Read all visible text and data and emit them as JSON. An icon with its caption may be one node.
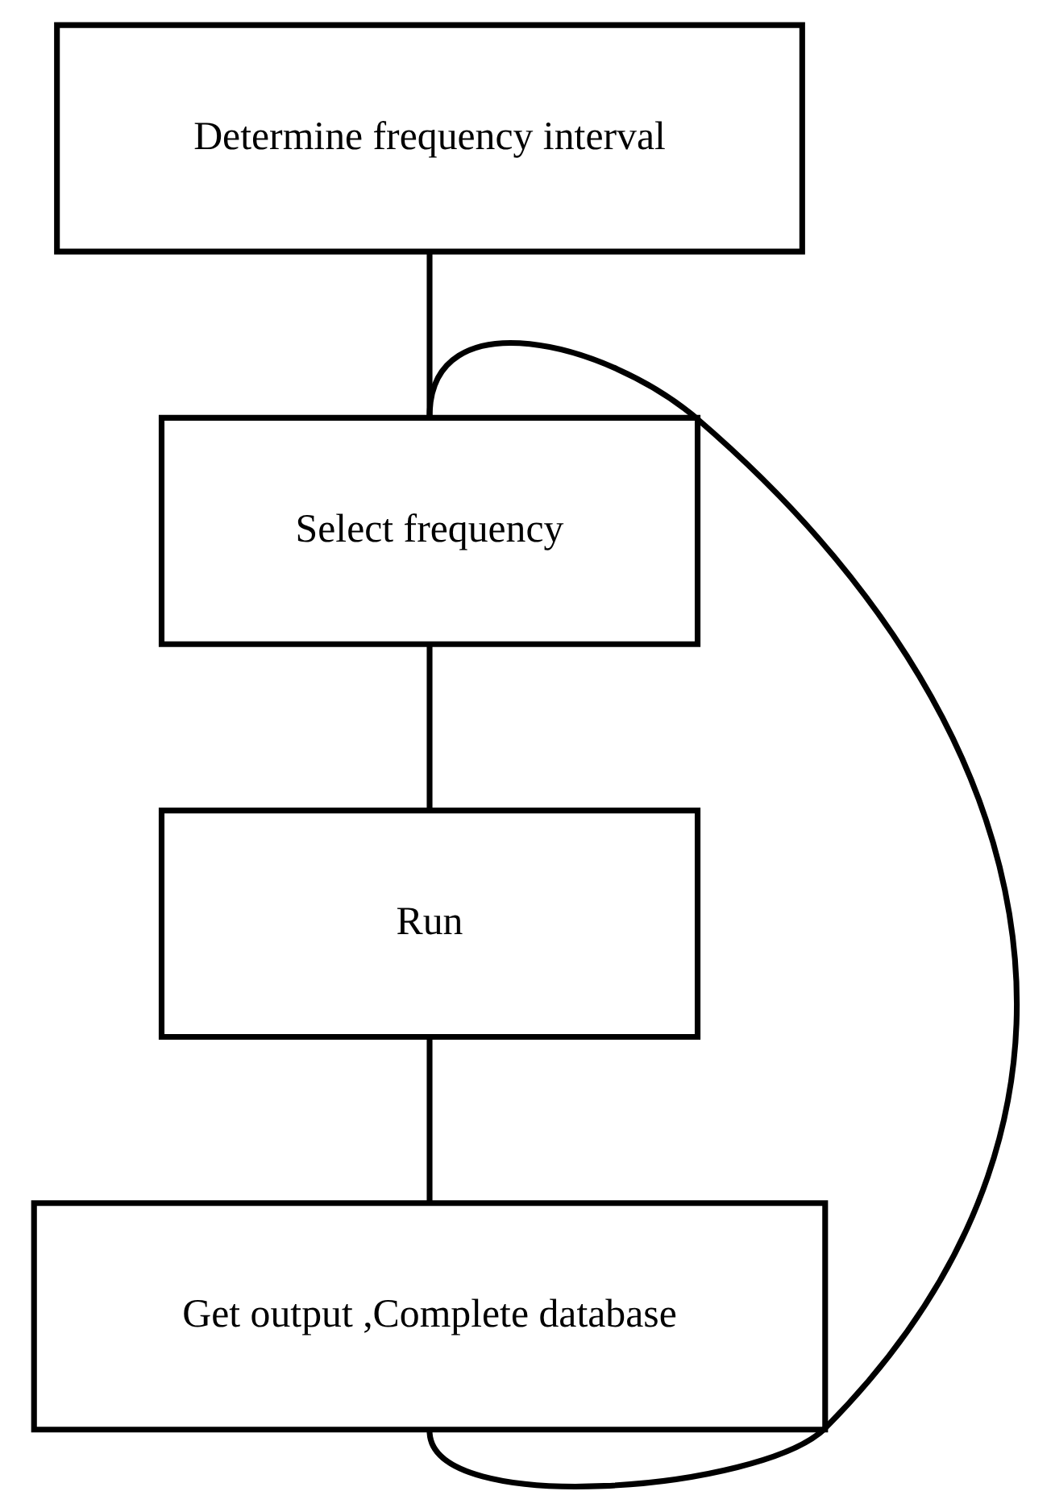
{
  "diagram": {
    "nodes": [
      {
        "text": [
          "Determine frequency interval"
        ]
      },
      {
        "text": [
          "Select frequency"
        ]
      },
      {
        "text": [
          "Run"
        ]
      },
      {
        "text": [
          "Get output ,Complete database"
        ]
      }
    ],
    "edges": [
      {
        "from": 0,
        "to": 1,
        "arrow": "none"
      },
      {
        "from": 1,
        "to": 2,
        "arrow": "none"
      },
      {
        "from": 2,
        "to": 3,
        "arrow": "none"
      },
      {
        "from": 3,
        "to": 1,
        "arrow": "none"
      }
    ]
  }
}
